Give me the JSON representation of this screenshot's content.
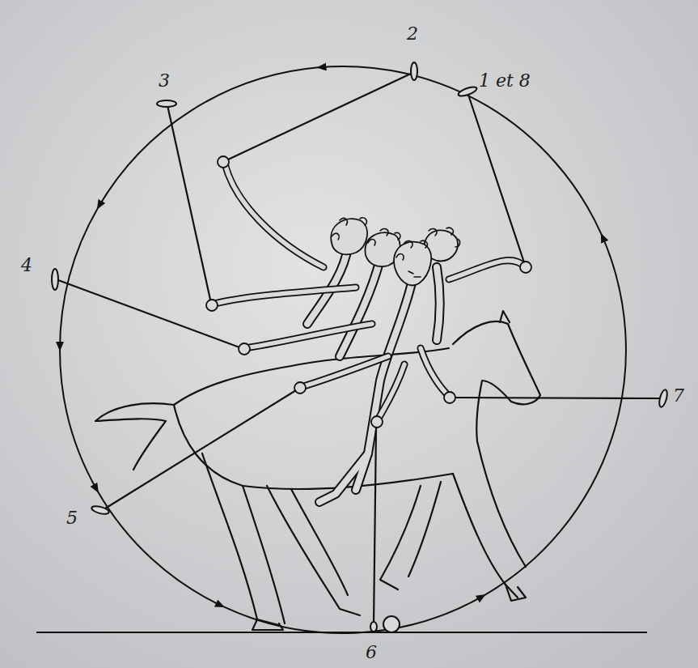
{
  "diagram": {
    "labels": [
      "1 et 8",
      "2",
      "3",
      "4",
      "5",
      "6",
      "7"
    ]
  }
}
